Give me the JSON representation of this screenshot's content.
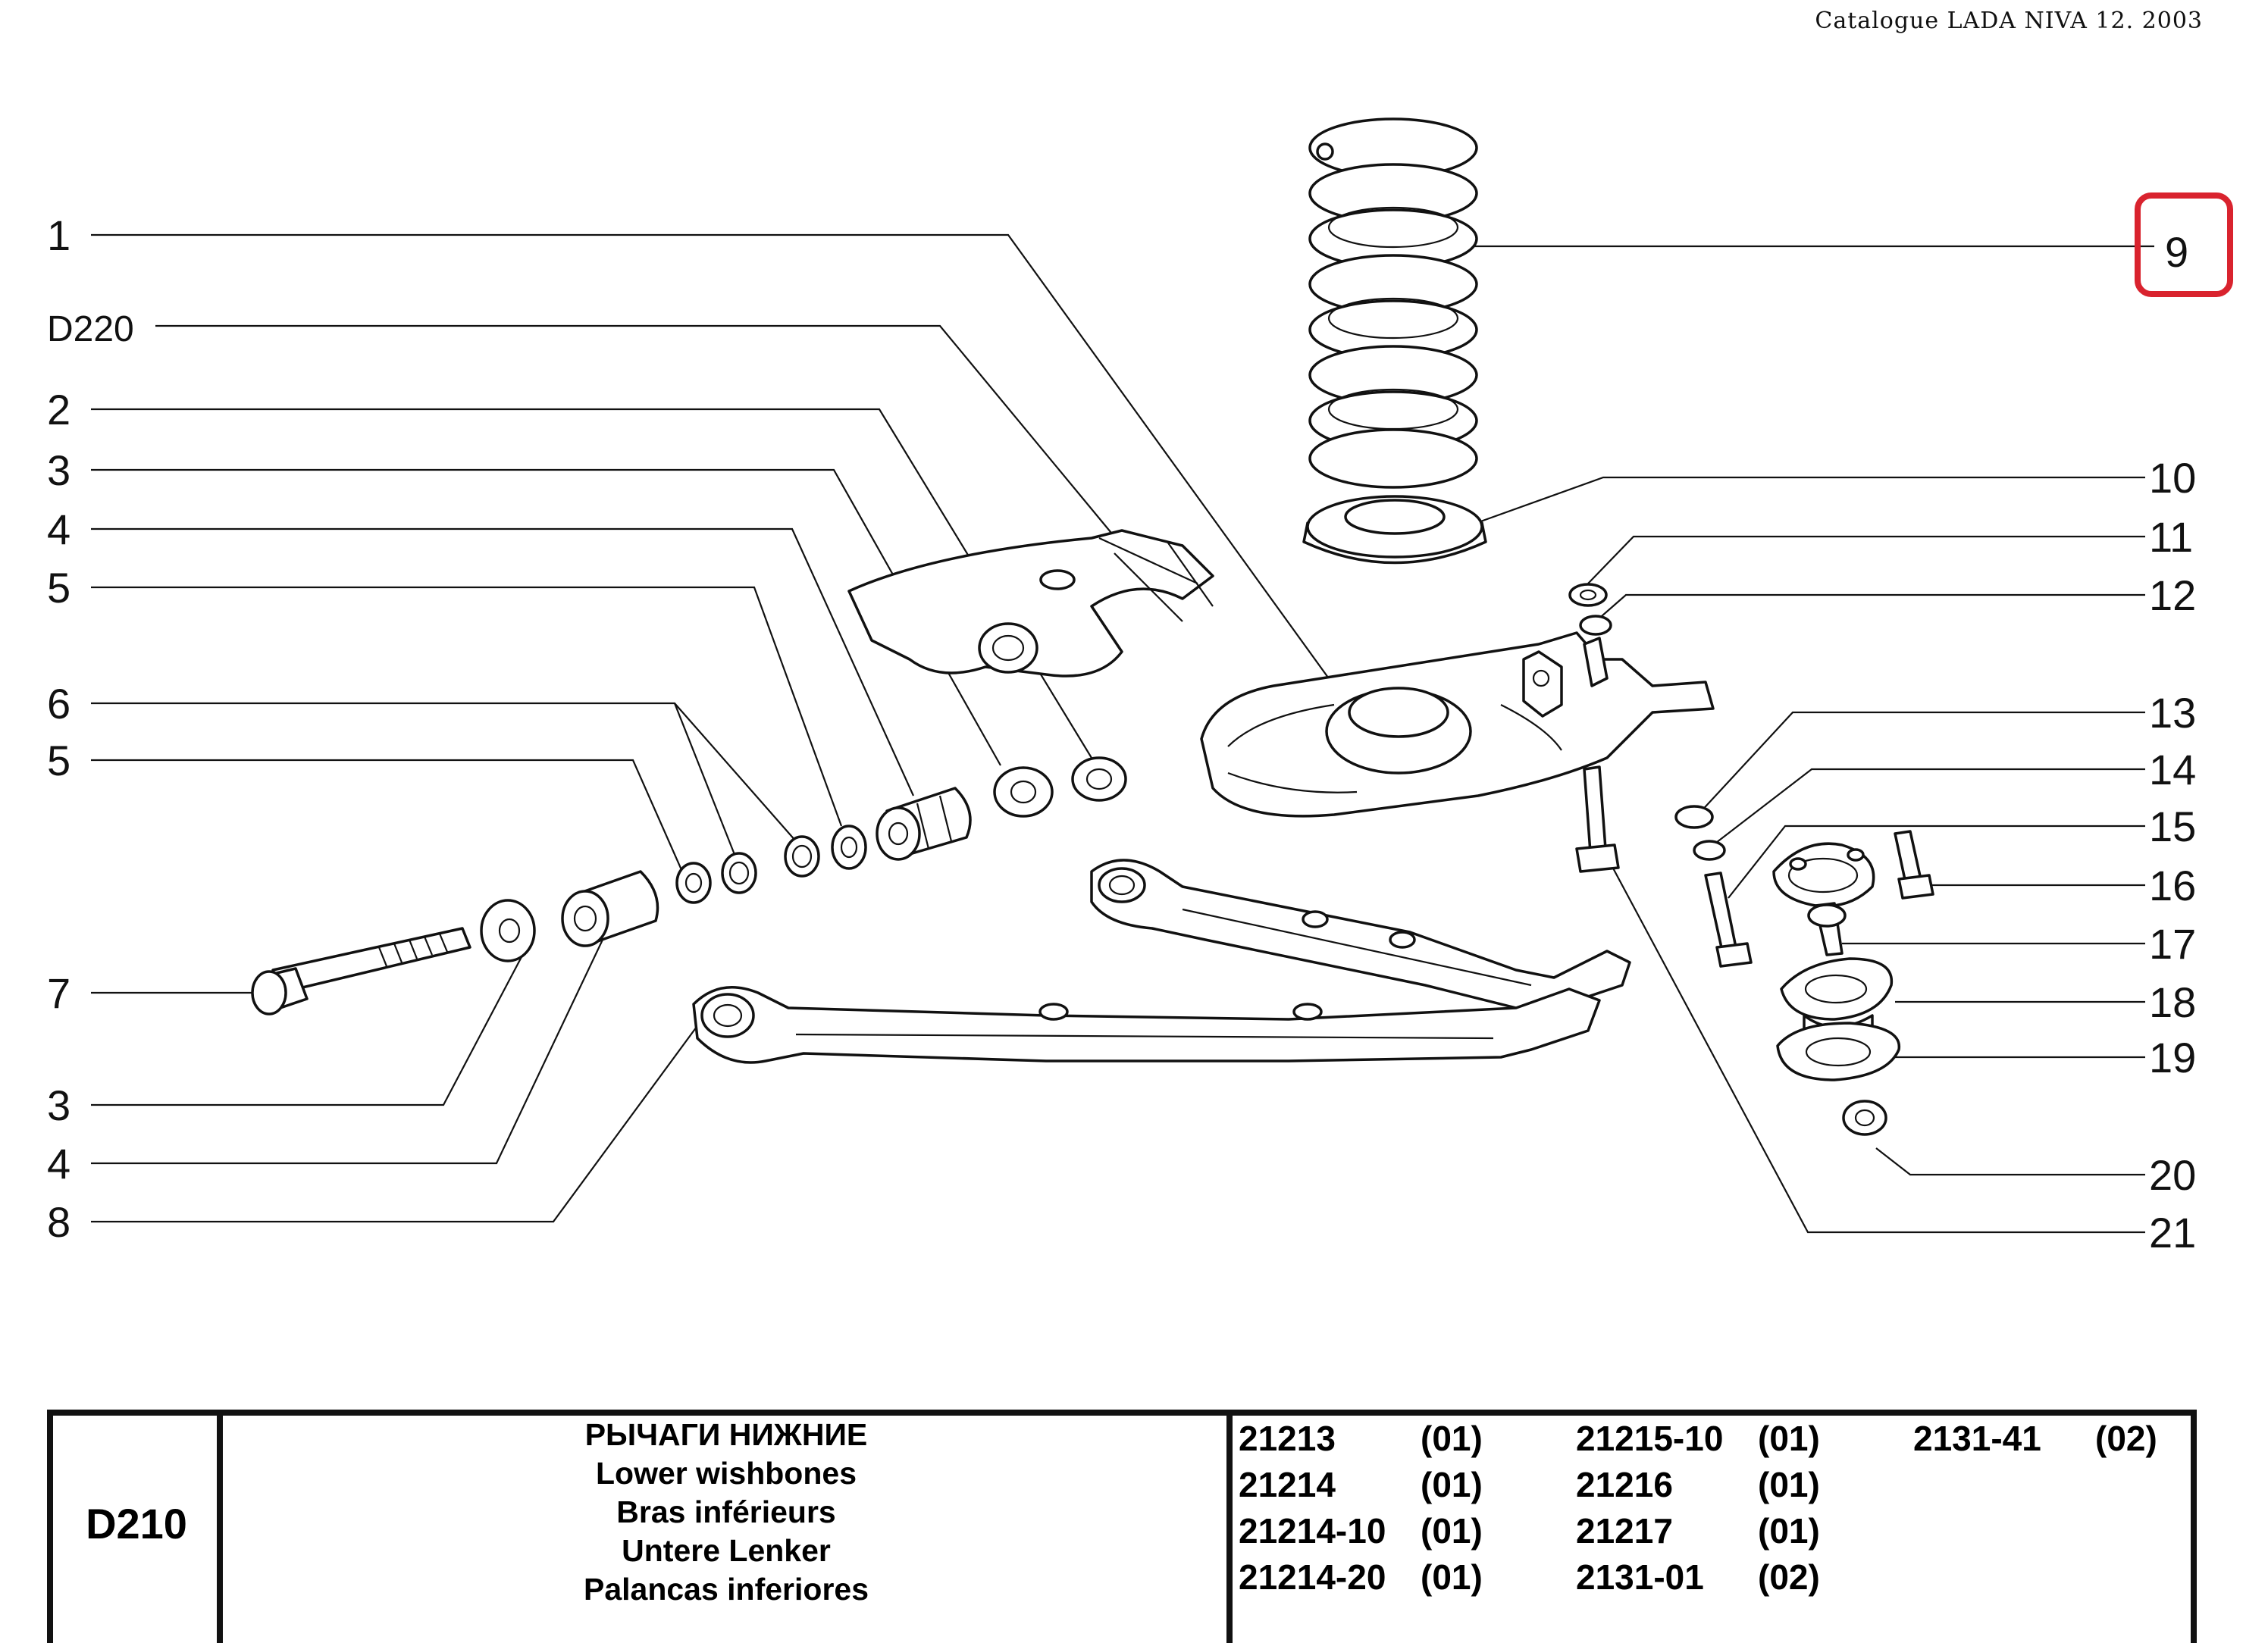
{
  "header": {
    "catalogue": "Catalogue  LADA  NIVA  12.  2003"
  },
  "callouts": {
    "left": [
      "1",
      "D220",
      "2",
      "3",
      "4",
      "5",
      "6",
      "5",
      "7",
      "3",
      "4",
      "8"
    ],
    "right": [
      "9",
      "10",
      "11",
      "12",
      "13",
      "14",
      "15",
      "16",
      "17",
      "18",
      "19",
      "20",
      "21"
    ]
  },
  "highlight": {
    "label": "9",
    "color": "#d9232e"
  },
  "title_block": {
    "code": "D210",
    "titles": [
      "РЫЧАГИ НИЖНИЕ",
      "Lower wishbones",
      "Bras inférieurs",
      "Untere Lenker",
      "Palancas inferiores"
    ],
    "models": [
      [
        {
          "model": "21213",
          "code": "(01)"
        },
        {
          "model": "21214",
          "code": "(01)"
        },
        {
          "model": "21214-10",
          "code": "(01)"
        },
        {
          "model": "21214-20",
          "code": "(01)"
        }
      ],
      [
        {
          "model": "21215-10",
          "code": "(01)"
        },
        {
          "model": "21216",
          "code": "(01)"
        },
        {
          "model": "21217",
          "code": "(01)"
        },
        {
          "model": "2131-01",
          "code": "(02)"
        }
      ],
      [
        {
          "model": "2131-41",
          "code": "(02)"
        }
      ]
    ]
  }
}
